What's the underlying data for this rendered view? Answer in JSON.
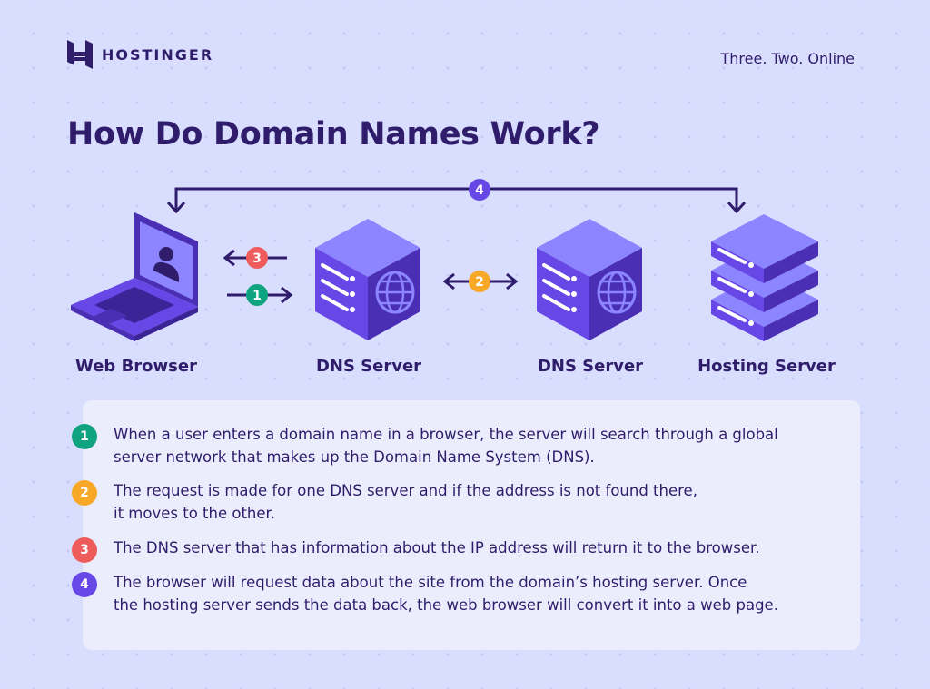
{
  "brand": {
    "name": "HOSTINGER",
    "tagline": "Three. Two. Online"
  },
  "title": "How Do Domain Names Work?",
  "nodes": [
    {
      "label": "Web Browser",
      "icon": "laptop-icon"
    },
    {
      "label": "DNS Server",
      "icon": "dns-server-icon"
    },
    {
      "label": "DNS Server",
      "icon": "dns-server-icon"
    },
    {
      "label": "Hosting Server",
      "icon": "hosting-server-icon"
    }
  ],
  "connectors": [
    {
      "number": "1",
      "color": "#10a37f"
    },
    {
      "number": "2",
      "color": "#f7a827"
    },
    {
      "number": "3",
      "color": "#ee5b5b"
    },
    {
      "number": "4",
      "color": "#6747e6"
    }
  ],
  "steps": [
    {
      "number": "1",
      "color": "#10a37f",
      "line1": "When a user enters a domain name in a browser, the server will search through a global",
      "line2": "server network that makes up the Domain Name System (DNS)."
    },
    {
      "number": "2",
      "color": "#f7a827",
      "line1": "The request is made for one DNS server and if the address is not found there,",
      "line2": "it moves to the other."
    },
    {
      "number": "3",
      "color": "#ee5b5b",
      "line1": "The DNS server that has information about the IP address will return it to the browser.",
      "line2": ""
    },
    {
      "number": "4",
      "color": "#6747e6",
      "line1": "The browser will request data about the site from the domain’s hosting server. Once",
      "line2": "the hosting server sends the data back, the web browser will convert it into a web page."
    }
  ]
}
